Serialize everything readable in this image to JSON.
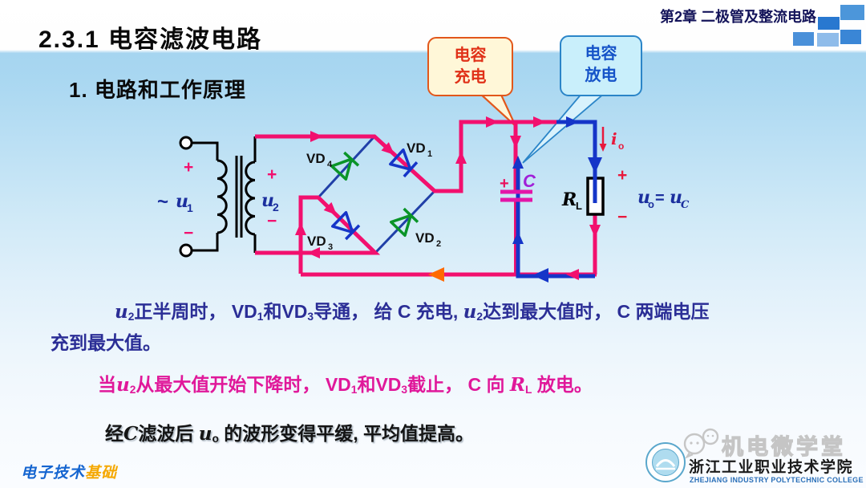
{
  "header": {
    "chapter": "第2章 二极管及整流电路",
    "title": "2.3.1 电容滤波电路",
    "subtitle": "1. 电路和工作原理"
  },
  "callouts": {
    "charge": {
      "line1": "电容",
      "line2": "充电"
    },
    "discharge": {
      "line1": "电容",
      "line2": "放电"
    }
  },
  "circuit": {
    "source": {
      "tilde": "~",
      "u": "u",
      "sub": "1",
      "plus": "+",
      "minus": "−"
    },
    "secondary": {
      "u": "u",
      "sub": "2",
      "plus": "+",
      "minus": "−"
    },
    "diodes": {
      "vd1": {
        "n": "VD",
        "s": "1"
      },
      "vd2": {
        "n": "VD",
        "s": "2"
      },
      "vd3": {
        "n": "VD",
        "s": "3"
      },
      "vd4": {
        "n": "VD",
        "s": "4"
      }
    },
    "capacitor": {
      "label": "C",
      "plus": "+"
    },
    "load": {
      "r": "R",
      "s": "L"
    },
    "output_current": {
      "i": "i",
      "s": "o"
    },
    "output_plus": "+",
    "output_minus": "−",
    "output_voltage": {
      "u1": "u",
      "s1": "o",
      "eq": "=",
      "u2": "u",
      "s2": "C"
    }
  },
  "paragraphs": {
    "p1": {
      "segments": [
        {
          "t": "u",
          "c": "v"
        },
        {
          "t": "2",
          "c": "s"
        },
        {
          "t": "正半周时， ",
          "c": ""
        },
        {
          "t": "VD",
          "c": "b"
        },
        {
          "t": "1",
          "c": "bs"
        },
        {
          "t": "和",
          "c": ""
        },
        {
          "t": "VD",
          "c": "b"
        },
        {
          "t": "3",
          "c": "bs"
        },
        {
          "t": "导通， 给 ",
          "c": ""
        },
        {
          "t": "C",
          "c": "b"
        },
        {
          "t": " 充电, ",
          "c": ""
        },
        {
          "t": "u",
          "c": "v"
        },
        {
          "t": "2",
          "c": "s"
        },
        {
          "t": "达到最大值时， ",
          "c": ""
        },
        {
          "t": "C",
          "c": "b"
        },
        {
          "t": " 两端电压",
          "c": ""
        },
        {
          "t": "",
          "c": "br"
        },
        {
          "t": "充到最大值。",
          "c": ""
        }
      ]
    },
    "p2": {
      "segments": [
        {
          "t": "当",
          "c": ""
        },
        {
          "t": "u",
          "c": "v"
        },
        {
          "t": "2",
          "c": "s"
        },
        {
          "t": "从最大值开始下降时，  ",
          "c": ""
        },
        {
          "t": "VD",
          "c": "b"
        },
        {
          "t": "1",
          "c": "bs"
        },
        {
          "t": "和",
          "c": ""
        },
        {
          "t": "VD",
          "c": "b"
        },
        {
          "t": "3",
          "c": "bs"
        },
        {
          "t": "截止，  ",
          "c": ""
        },
        {
          "t": "C",
          "c": "b"
        },
        {
          "t": " 向 ",
          "c": ""
        },
        {
          "t": "R",
          "c": "bv"
        },
        {
          "t": "L",
          "c": "bs"
        },
        {
          "t": " 放电。",
          "c": ""
        }
      ]
    },
    "p3": {
      "segments": [
        {
          "t": "经",
          "c": ""
        },
        {
          "t": "C",
          "c": "v"
        },
        {
          "t": "滤波后 ",
          "c": ""
        },
        {
          "t": "u",
          "c": "v"
        },
        {
          "t": "o",
          "c": "s"
        },
        {
          "t": " 的波形变得平缓, 平均值提高。",
          "c": ""
        }
      ]
    }
  },
  "footer": {
    "brand_blue": "电子技术",
    "brand_orange": "基础",
    "watermark": "机电微学堂",
    "college_cn": "浙江工业职业技术学院",
    "college_en": "ZHEJIANG INDUSTRY POLYTECHNIC COLLEGE"
  },
  "colors": {
    "charge_path": "#F2106E",
    "discharge_path": "#1535C8",
    "return_arrow_orange": "#FF6A00",
    "diode_green": "#0A9428",
    "diode_blue": "#1535C8",
    "bridge_wire": "#2140A8",
    "capacitor_plate": "#E316A8",
    "capacitor_label": "#A01FD8",
    "output_red": "#E8193C",
    "text_navy": "#2B2E96",
    "text_magenta": "#E0189A",
    "band_blue": "#A6D5F0"
  }
}
